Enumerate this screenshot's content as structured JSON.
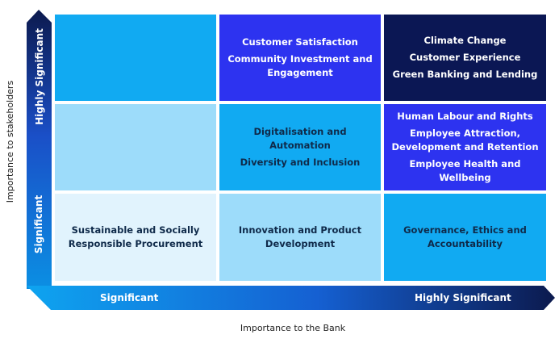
{
  "y_axis": {
    "title": "Importance to stakeholders",
    "ticks": [
      "Highly Significant",
      "Significant"
    ]
  },
  "x_axis": {
    "title": "Importance to the Bank",
    "ticks": [
      "Significant",
      "Highly Significant"
    ]
  },
  "matrix": {
    "rows": [
      [
        {
          "color": "#11aaf2",
          "theme": "light",
          "items": []
        },
        {
          "color": "#2d33f0",
          "theme": "dark",
          "items": [
            "Customer Satisfaction",
            "Community Investment and Engagement"
          ]
        },
        {
          "color": "#0b1754",
          "theme": "dark",
          "items": [
            "Climate Change",
            "Customer Experience",
            "Green Banking and Lending"
          ]
        }
      ],
      [
        {
          "color": "#9ddcfa",
          "theme": "light",
          "items": []
        },
        {
          "color": "#11aaf2",
          "theme": "light",
          "items": [
            "Digitalisation and Automation",
            "Diversity and Inclusion"
          ]
        },
        {
          "color": "#2d33f0",
          "theme": "dark",
          "items": [
            "Human Labour and Rights",
            "Employee Attraction, Development and Retention",
            "Employee Health and Wellbeing"
          ]
        }
      ],
      [
        {
          "color": "#e1f3fd",
          "theme": "light",
          "items": [
            "Sustainable and Socially Responsible Procurement"
          ]
        },
        {
          "color": "#9ddcfa",
          "theme": "light",
          "items": [
            "Innovation and Product Development"
          ]
        },
        {
          "color": "#11aaf2",
          "theme": "light",
          "items": [
            "Governance, Ethics and Accountability"
          ]
        }
      ]
    ]
  }
}
